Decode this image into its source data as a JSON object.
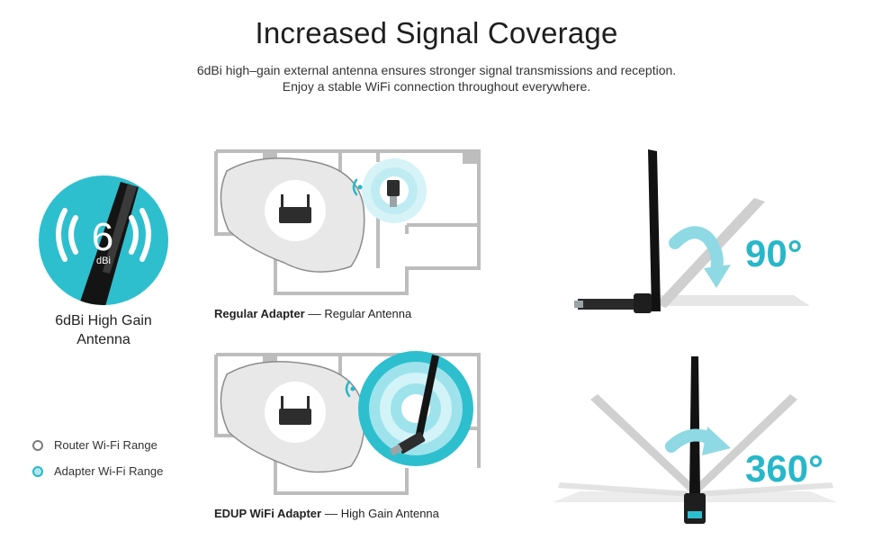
{
  "header": {
    "title": "Increased Signal Coverage",
    "subtitle_line1": "6dBi high–gain external antenna ensures stronger signal transmissions and reception.",
    "subtitle_line2": "Enjoy a stable WiFi connection throughout everywhere."
  },
  "badge": {
    "number": "6",
    "unit": "dBi",
    "label_line1": "6dBi High Gain",
    "label_line2": "Antenna",
    "color": "#2ebfcf"
  },
  "legend": [
    {
      "label": "Router Wi-Fi Range"
    },
    {
      "label": "Adapter Wi-Fi Range"
    }
  ],
  "comparison": {
    "regular": {
      "title": "Regular Adapter",
      "detail": " –– Regular Antenna"
    },
    "edup": {
      "title": "EDUP WiFi Adapter",
      "detail": " –– High Gain Antenna"
    }
  },
  "rotation": {
    "tilt": "90°",
    "swivel": "360°",
    "accent": "#27b7c8"
  }
}
